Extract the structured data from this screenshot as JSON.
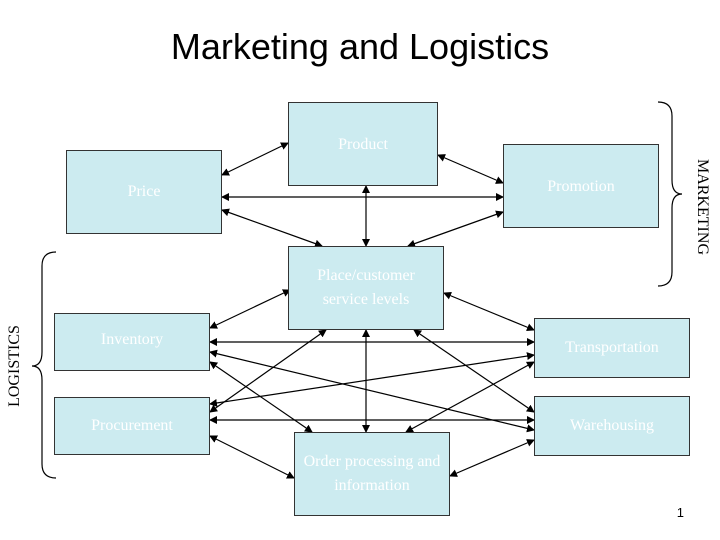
{
  "title": "Marketing and Logistics",
  "nodes": {
    "product": "Product",
    "price": "Price",
    "promotion": "Promotion",
    "place": "Place/customer service levels",
    "inventory": "Inventory",
    "transportation": "Transportation",
    "procurement": "Procurement",
    "warehousing": "Warehousing",
    "order": "Order processing and information"
  },
  "groups": {
    "marketing": "MARKETING",
    "logistics": "LOGISTICS"
  },
  "page_number": "1",
  "colors": {
    "box_fill": "#ccebf0",
    "box_text": "#ffffff",
    "box_border": "#333333"
  }
}
